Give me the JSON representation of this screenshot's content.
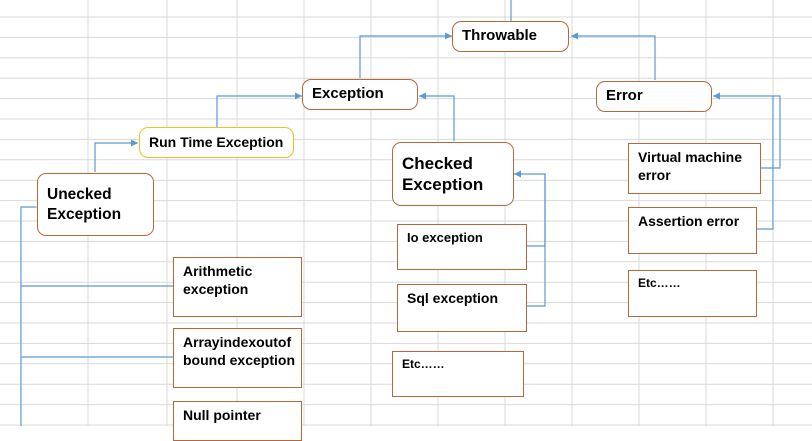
{
  "diagram": {
    "colors": {
      "connector": "#5b9bd5",
      "box_border": "#b5693a",
      "runtime_border": "#f0c020",
      "grid": "#d9d9d9"
    },
    "nodes": {
      "throwable": "Throwable",
      "exception": "Exception",
      "error": "Error",
      "runtime": "Run Time Exception",
      "unchecked": "Unecked Exception",
      "checked": "Checked Exception",
      "io": "Io exception",
      "sql": "Sql exception",
      "checked_etc": "Etc……",
      "arith": "Arithmetic exception",
      "array": "Arrayindexoutof bound exception",
      "nullp": "Null pointer",
      "vm": "Virtual machine error",
      "assertion": "Assertion error",
      "error_etc": "Etc……"
    }
  }
}
